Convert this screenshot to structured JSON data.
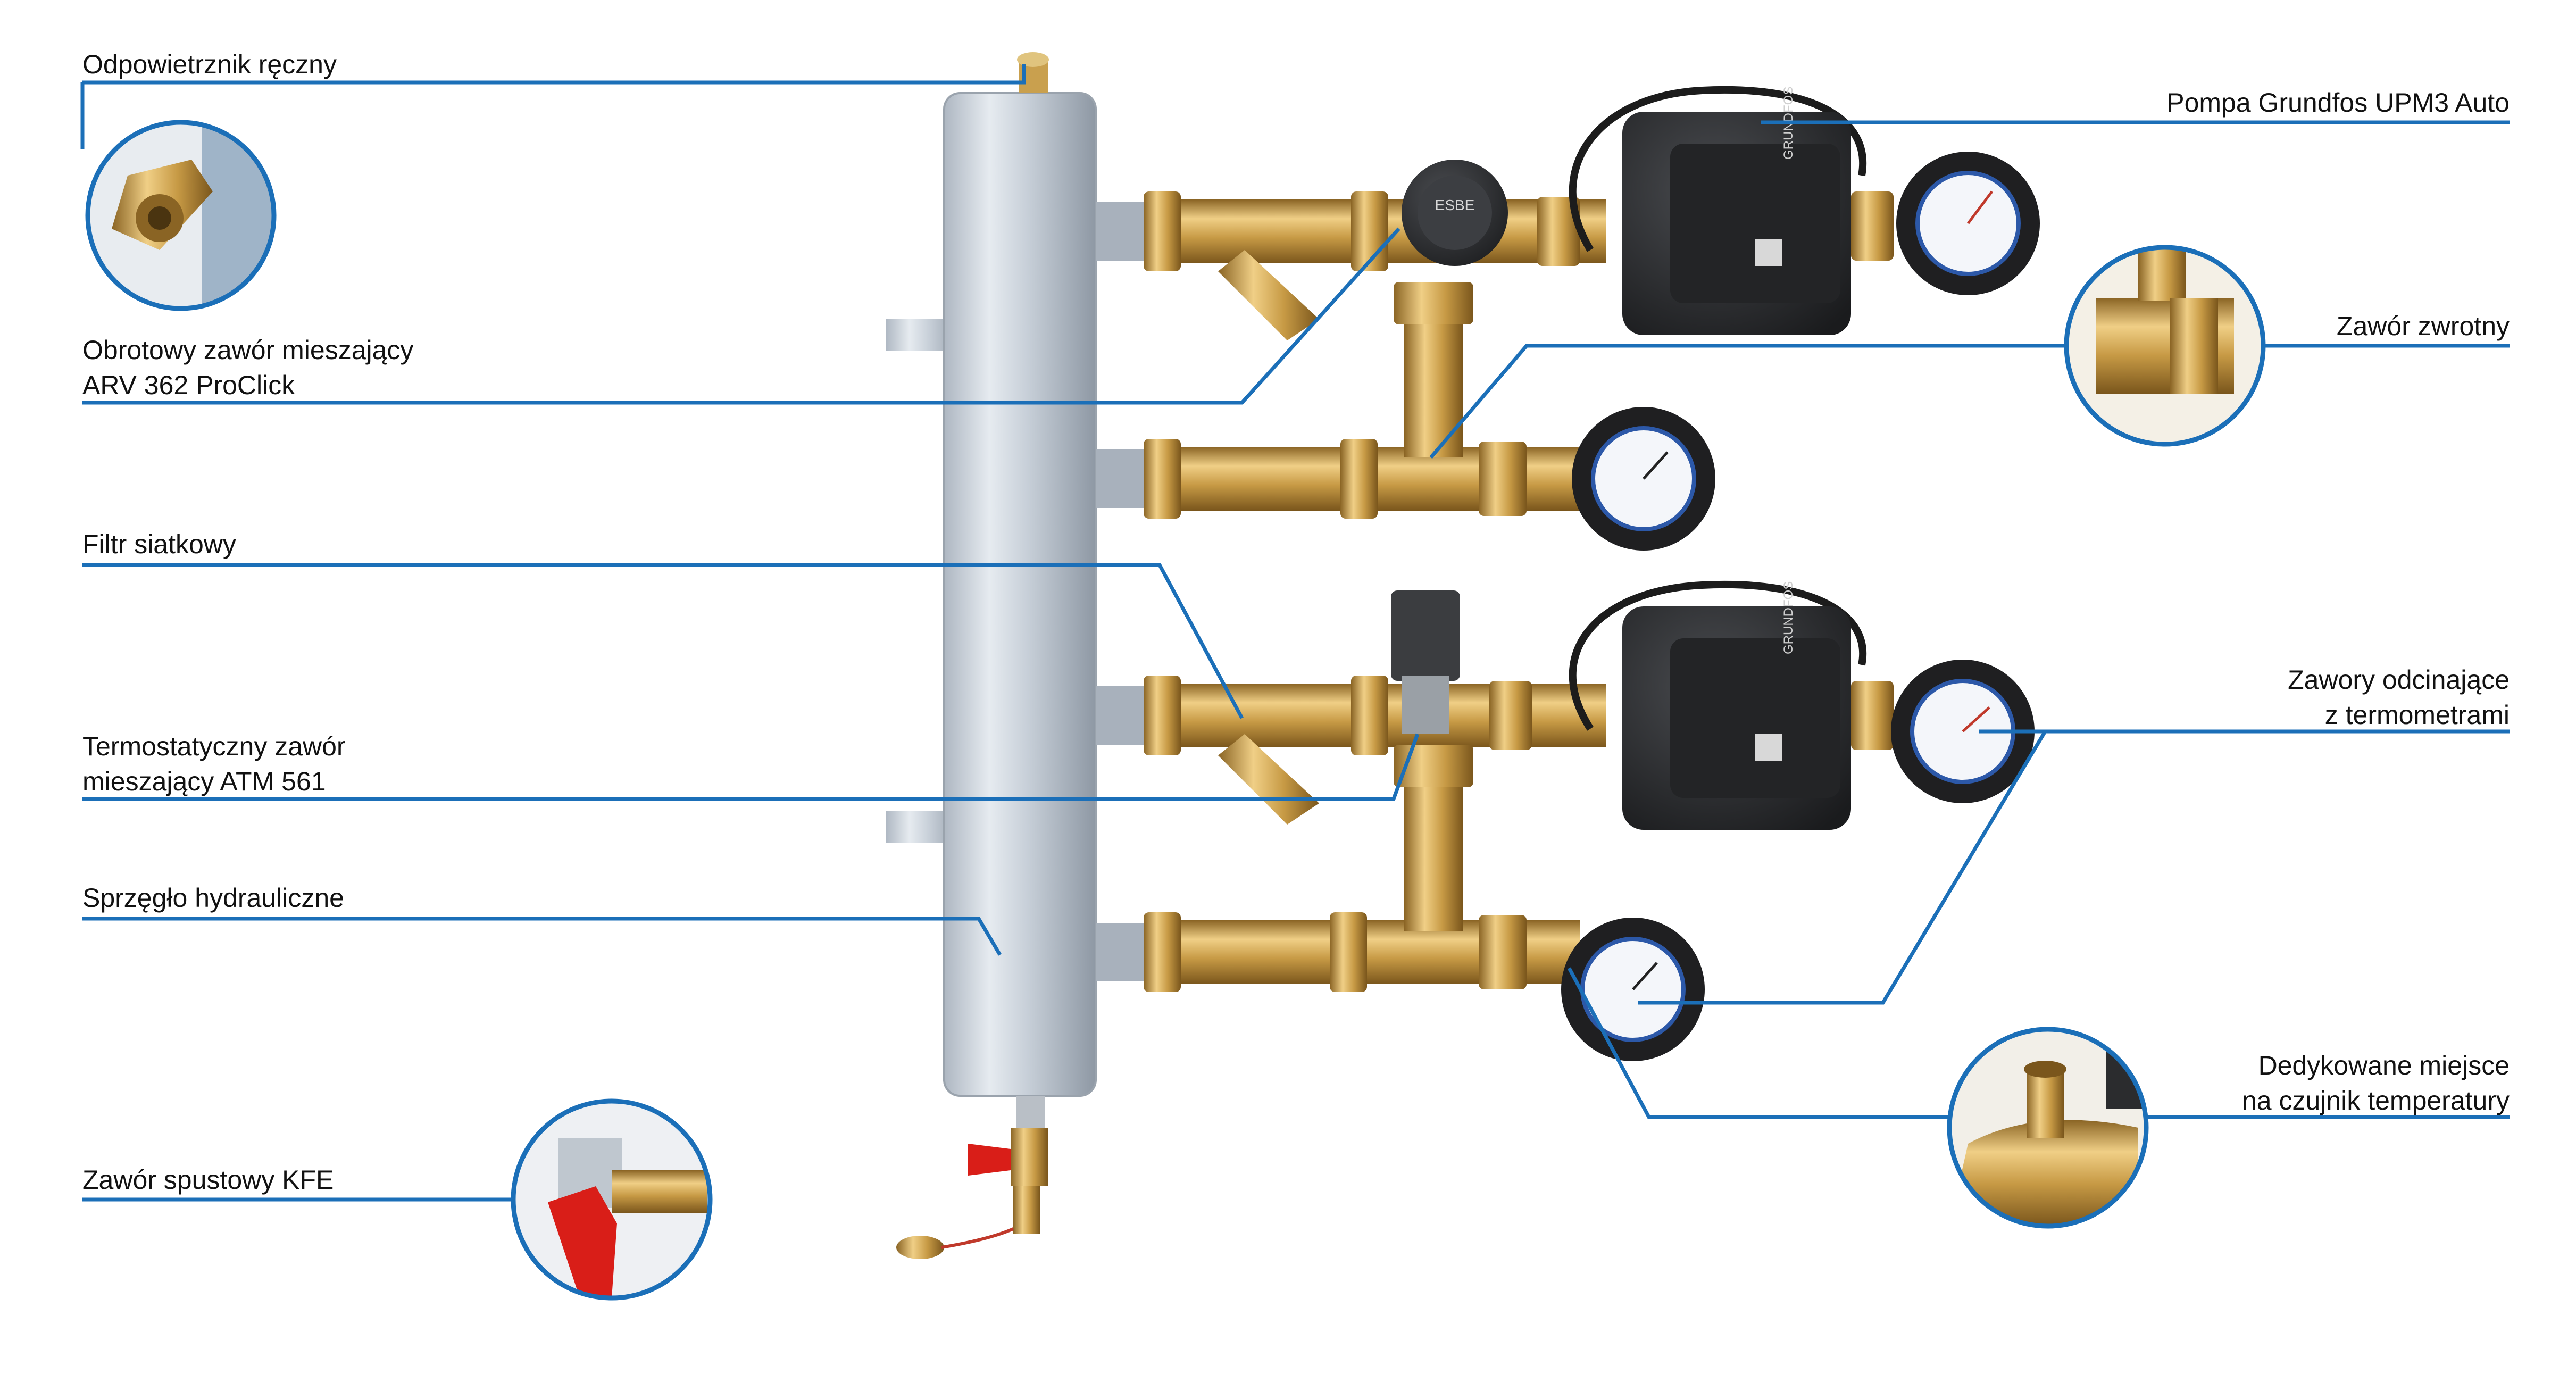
{
  "colors": {
    "accent": "#1b6fb8",
    "brass": "#c9a04e",
    "steel": "#c3ccd6",
    "pump": "#2b2c2e",
    "valve_red": "#d91e18"
  },
  "labels": {
    "air_vent": "Odpowietrznik ręczny",
    "rotary_valve_l1": "Obrotowy zawór mieszający",
    "rotary_valve_l2": "ARV 362 ProClick",
    "filter": "Filtr siatkowy",
    "thermo_valve_l1": "Termostatyczny zawór",
    "thermo_valve_l2": "mieszający ATM 561",
    "coupler": "Sprzęgło hydrauliczne",
    "drain_valve": "Zawór spustowy KFE",
    "pump": "Pompa Grundfos UPM3 Auto",
    "check_valve": "Zawór zwrotny",
    "shutoff_l1": "Zawory odcinające",
    "shutoff_l2": "z termometrami",
    "sensor_l1": "Dedykowane miejsce",
    "sensor_l2": "na czujnik temperatury"
  },
  "device_text": {
    "pump_brand": "GRUNDFOS",
    "rotary_valve_brand": "ESBE"
  }
}
